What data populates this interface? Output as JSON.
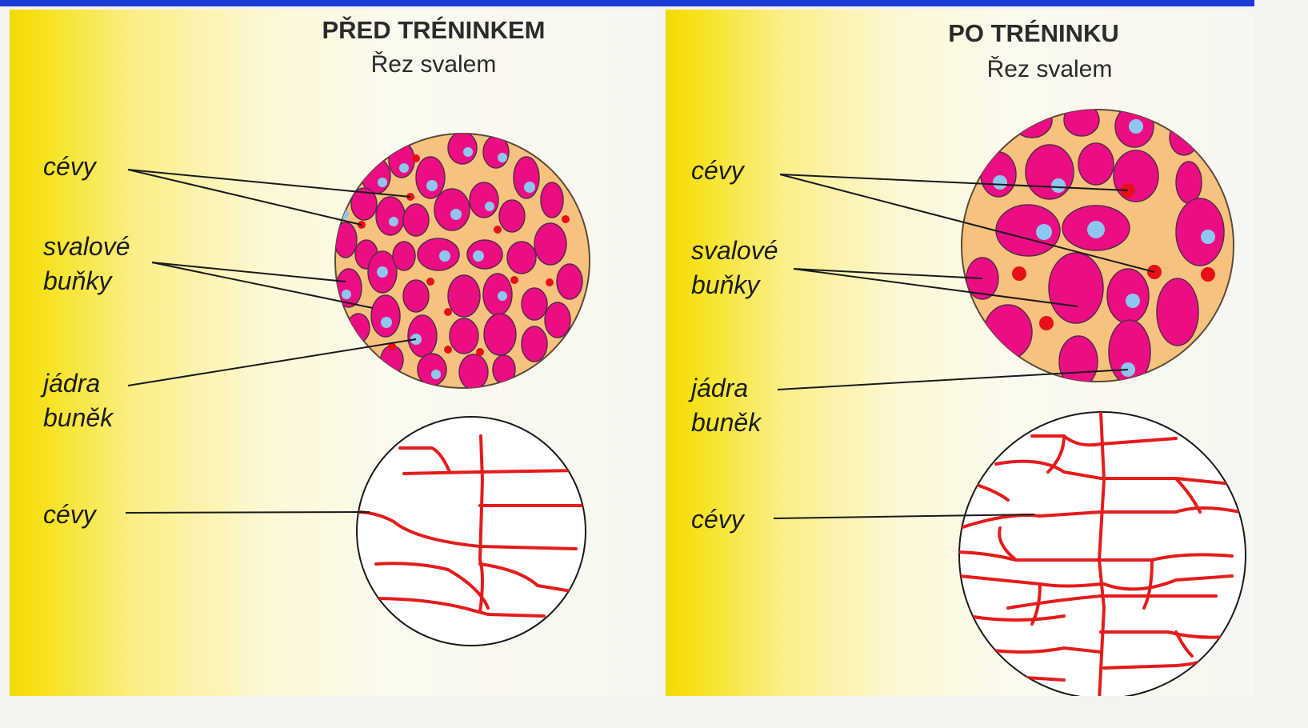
{
  "colors": {
    "panel_yellow": "#f7e200",
    "panel_light": "#fcfcf2",
    "tissue_bg": "#f6c27d",
    "cell_fill": "#ec0d84",
    "cell_outline": "#5a2a4a",
    "nucleus": "#8fc6ee",
    "vessel_dot": "#e80f17",
    "capillary": "#e51b1b",
    "leader_line": "#1a1a1a",
    "top_strip": "#1a3ad8"
  },
  "panels": {
    "before": {
      "title": "PŘED TRÉNINKEM",
      "subtitle": "Řez svalem",
      "labels": {
        "vessels_section": "cévy",
        "muscle_cells_line1": "svalové",
        "muscle_cells_line2": "buňky",
        "nuclei_line1": "jádra",
        "nuclei_line2": "buněk",
        "vessels_capillaries": "cévy"
      }
    },
    "after": {
      "title": "PO TRÉNINKU",
      "subtitle": "Řez svalem",
      "labels": {
        "vessels_section": "cévy",
        "muscle_cells_line1": "svalové",
        "muscle_cells_line2": "buňky",
        "nuclei_line1": "jádra",
        "nuclei_line2": "buněk",
        "vessels_capillaries": "cévy"
      }
    }
  }
}
